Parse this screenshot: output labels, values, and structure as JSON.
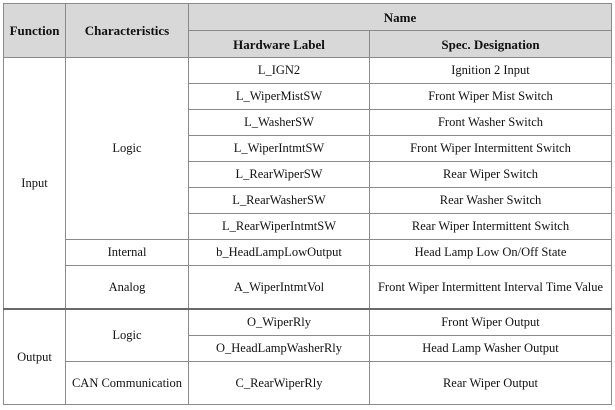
{
  "header": {
    "function": "Function",
    "characteristics": "Characteristics",
    "name": "Name",
    "hardware_label": "Hardware Label",
    "spec_designation": "Spec. Designation"
  },
  "groups": {
    "input": "Input",
    "output": "Output",
    "logic_in": "Logic",
    "internal": "Internal",
    "analog": "Analog",
    "logic_out": "Logic",
    "can": "CAN Communication"
  },
  "rows": [
    {
      "label": "L_IGN2",
      "spec": "Ignition 2 Input"
    },
    {
      "label": "L_WiperMistSW",
      "spec": "Front Wiper Mist Switch"
    },
    {
      "label": "L_WasherSW",
      "spec": "Front Washer Switch"
    },
    {
      "label": "L_WiperIntmtSW",
      "spec": "Front Wiper Intermittent Switch"
    },
    {
      "label": "L_RearWiperSW",
      "spec": "Rear Wiper Switch"
    },
    {
      "label": "L_RearWasherSW",
      "spec": "Rear Washer Switch"
    },
    {
      "label": "L_RearWiperIntmtSW",
      "spec": "Rear Wiper Intermittent Switch"
    },
    {
      "label": "b_HeadLampLowOutput",
      "spec": "Head Lamp Low On/Off State"
    },
    {
      "label": "A_WiperIntmtVol",
      "spec": "Front Wiper Intermittent Interval Time Value"
    },
    {
      "label": "O_WiperRly",
      "spec": "Front Wiper Output"
    },
    {
      "label": "O_HeadLampWasherRly",
      "spec": "Head Lamp Washer Output"
    },
    {
      "label": "C_RearWiperRly",
      "spec": "Rear Wiper Output"
    }
  ]
}
